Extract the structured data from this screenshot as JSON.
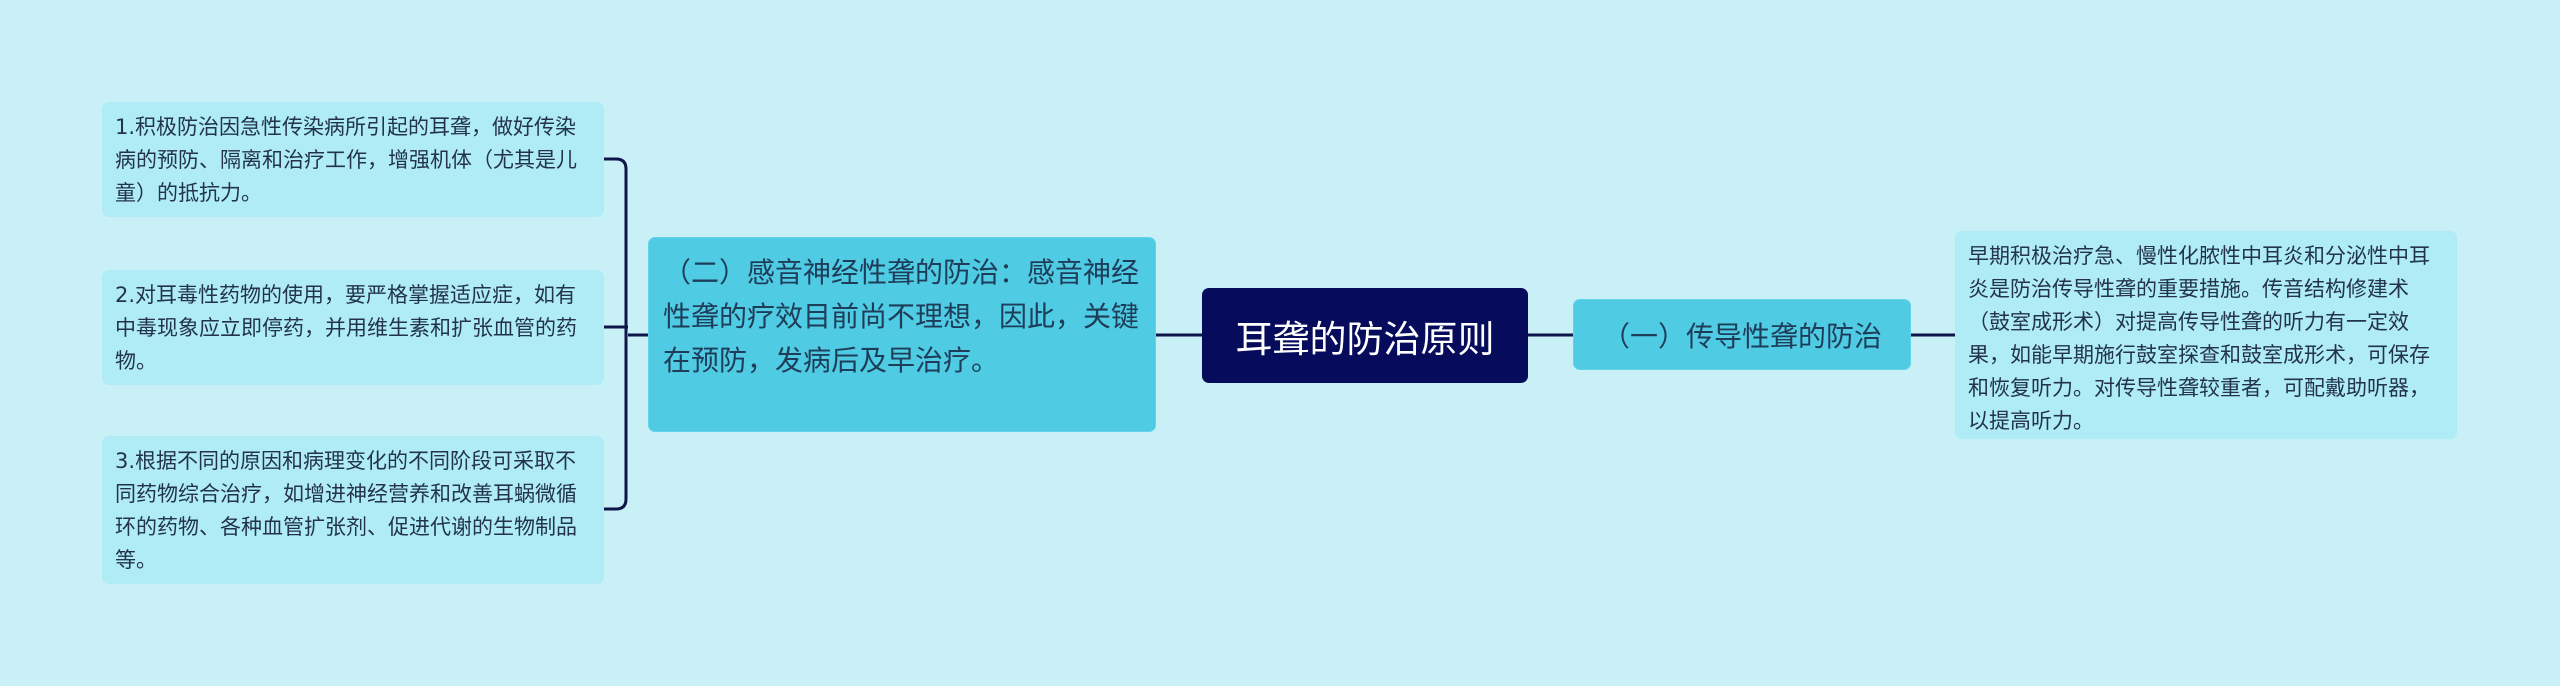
{
  "root": {
    "label": "耳聋的防治原则"
  },
  "right_branch": {
    "label": "（一）传导性聋的防治",
    "leaf": "早期积极治疗急、慢性化脓性中耳炎和分泌性中耳炎是防治传导性聋的重要措施。传音结构修建术（鼓室成形术）对提高传导性聋的听力有一定效果，如能早期施行鼓室探查和鼓室成形术，可保存和恢复听力。对传导性聋较重者，可配戴助听器，以提高听力。"
  },
  "left_branch": {
    "label": "（二）感音神经性聋的防治：感音神经性聋的疗效目前尚不理想，因此，关键在预防，发病后及早治疗。",
    "leaves": [
      "1.积极防治因急性传染病所引起的耳聋，做好传染病的预防、隔离和治疗工作，增强机体（尤其是儿童）的抵抗力。",
      "2.对耳毒性药物的使用，要严格掌握适应症，如有中毒现象应立即停药，并用维生素和扩张血管的药物。",
      "3.根据不同的原因和病理变化的不同阶段可采取不同药物综合治疗，如增进神经营养和改善耳蜗微循环的药物、各种血管扩张剂、促进代谢的生物制品等。"
    ]
  },
  "colors": {
    "background": "#caf0f7",
    "root_fill": "#060b5c",
    "branch_fill": "#4fcbe3",
    "leaf_fill": "#b0ecf6",
    "connector": "#0e1548"
  }
}
